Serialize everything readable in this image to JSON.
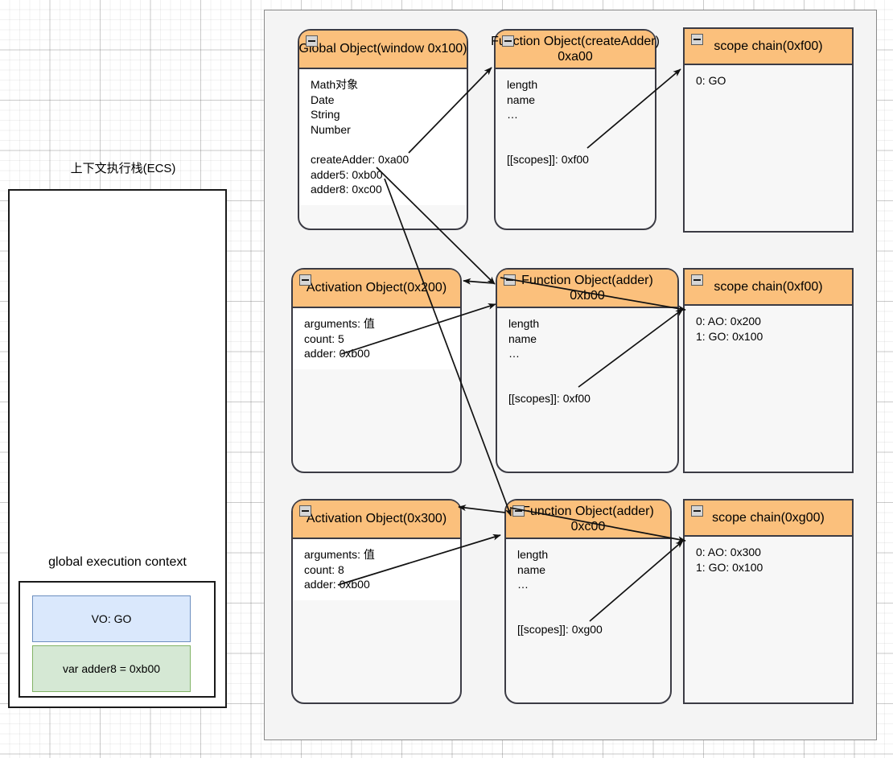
{
  "ecs": {
    "title": "上下文执行栈(ECS)",
    "context_label": "global execution context",
    "vo_label": "VO: GO",
    "var_label": "var adder8 = 0xb00",
    "vo_color": "#dae8fc",
    "var_color": "#d5e8d4"
  },
  "theme": {
    "header_color": "#fbc07c",
    "border_color": "#3b3b44",
    "container_bg": "#f4f4f4",
    "body_bg": "#f7f7f7"
  },
  "cards": {
    "global_object": {
      "title": "Global Object(window 0x100)",
      "body": "Math对象\nDate\nString\nNumber\n\ncreateAdder: 0xa00\nadder5: 0xb00\nadder8: 0xc00",
      "icon": "collapse-minus-icon"
    },
    "fn_createadder": {
      "title_line1": "Function Object(createAdder)",
      "title_line2": "0xa00",
      "body": "length\nname\n…\n\n\n[[scopes]]: 0xf00",
      "icon": "collapse-minus-icon"
    },
    "scope_chain_f00_top": {
      "title": "scope chain(0xf00)",
      "body": "0: GO",
      "icon": "collapse-minus-icon"
    },
    "activation_200": {
      "title": "Activation Object(0x200)",
      "body": "arguments: 值\ncount: 5\nadder: 0xb00",
      "icon": "collapse-minus-icon"
    },
    "fn_adder_b00": {
      "title_line1": "Function Object(adder)",
      "title_line2": "0xb00",
      "body": "length\nname\n…\n\n\n[[scopes]]: 0xf00",
      "icon": "collapse-minus-icon"
    },
    "scope_chain_f00_mid": {
      "title": "scope chain(0xf00)",
      "body": "0: AO: 0x200\n1: GO: 0x100",
      "icon": "collapse-minus-icon"
    },
    "activation_300": {
      "title": "Activation Object(0x300)",
      "body": "arguments: 值\ncount: 8\nadder: 0xb00",
      "icon": "collapse-minus-icon"
    },
    "fn_adder_c00": {
      "title_line1": "Function Object(adder)",
      "title_line2": "0xc00",
      "body": "length\nname\n…\n\n\n[[scopes]]: 0xg00",
      "icon": "collapse-minus-icon"
    },
    "scope_chain_g00": {
      "title": "scope chain(0xg00)",
      "body": "0: AO: 0x300\n1: GO: 0x100",
      "icon": "collapse-minus-icon"
    }
  }
}
